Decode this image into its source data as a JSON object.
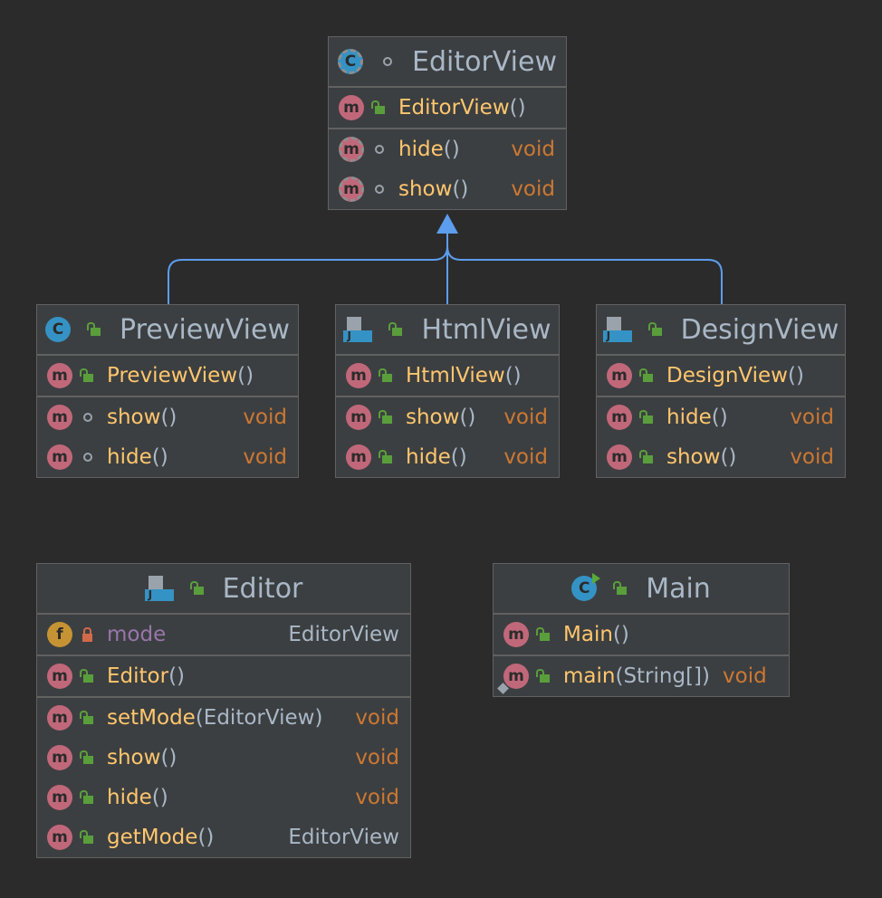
{
  "classes": {
    "editor_view": {
      "name": "EditorView",
      "constructor": "EditorView",
      "methods": [
        {
          "name": "hide",
          "params": "()",
          "type": "void"
        },
        {
          "name": "show",
          "params": "()",
          "type": "void"
        }
      ]
    },
    "preview_view": {
      "name": "PreviewView",
      "constructor": "PreviewView",
      "methods": [
        {
          "name": "show",
          "params": "()",
          "type": "void"
        },
        {
          "name": "hide",
          "params": "()",
          "type": "void"
        }
      ]
    },
    "html_view": {
      "name": "HtmlView",
      "constructor": "HtmlView",
      "methods": [
        {
          "name": "show",
          "params": "()",
          "type": "void"
        },
        {
          "name": "hide",
          "params": "()",
          "type": "void"
        }
      ]
    },
    "design_view": {
      "name": "DesignView",
      "constructor": "DesignView",
      "methods": [
        {
          "name": "hide",
          "params": "()",
          "type": "void"
        },
        {
          "name": "show",
          "params": "()",
          "type": "void"
        }
      ]
    },
    "editor": {
      "name": "Editor",
      "field": {
        "name": "mode",
        "type": "EditorView"
      },
      "constructor": "Editor",
      "methods": [
        {
          "name": "setMode",
          "params": "(EditorView)",
          "type": "void"
        },
        {
          "name": "show",
          "params": "()",
          "type": "void"
        },
        {
          "name": "hide",
          "params": "()",
          "type": "void"
        },
        {
          "name": "getMode",
          "params": "()",
          "type": "EditorView"
        }
      ]
    },
    "main": {
      "name": "Main",
      "constructor": "Main",
      "methods": [
        {
          "name": "main",
          "params": "(String[])",
          "type": "void"
        }
      ]
    }
  },
  "icons": {
    "class": "C",
    "method": "m",
    "field": "f"
  },
  "colors": {
    "background": "#2b2b2b",
    "box": "#3c3f41",
    "method_name": "#ffc66d",
    "field_name": "#9876aa",
    "keyword": "#cc7832",
    "inheritance_arrow": "#5c9ded"
  }
}
